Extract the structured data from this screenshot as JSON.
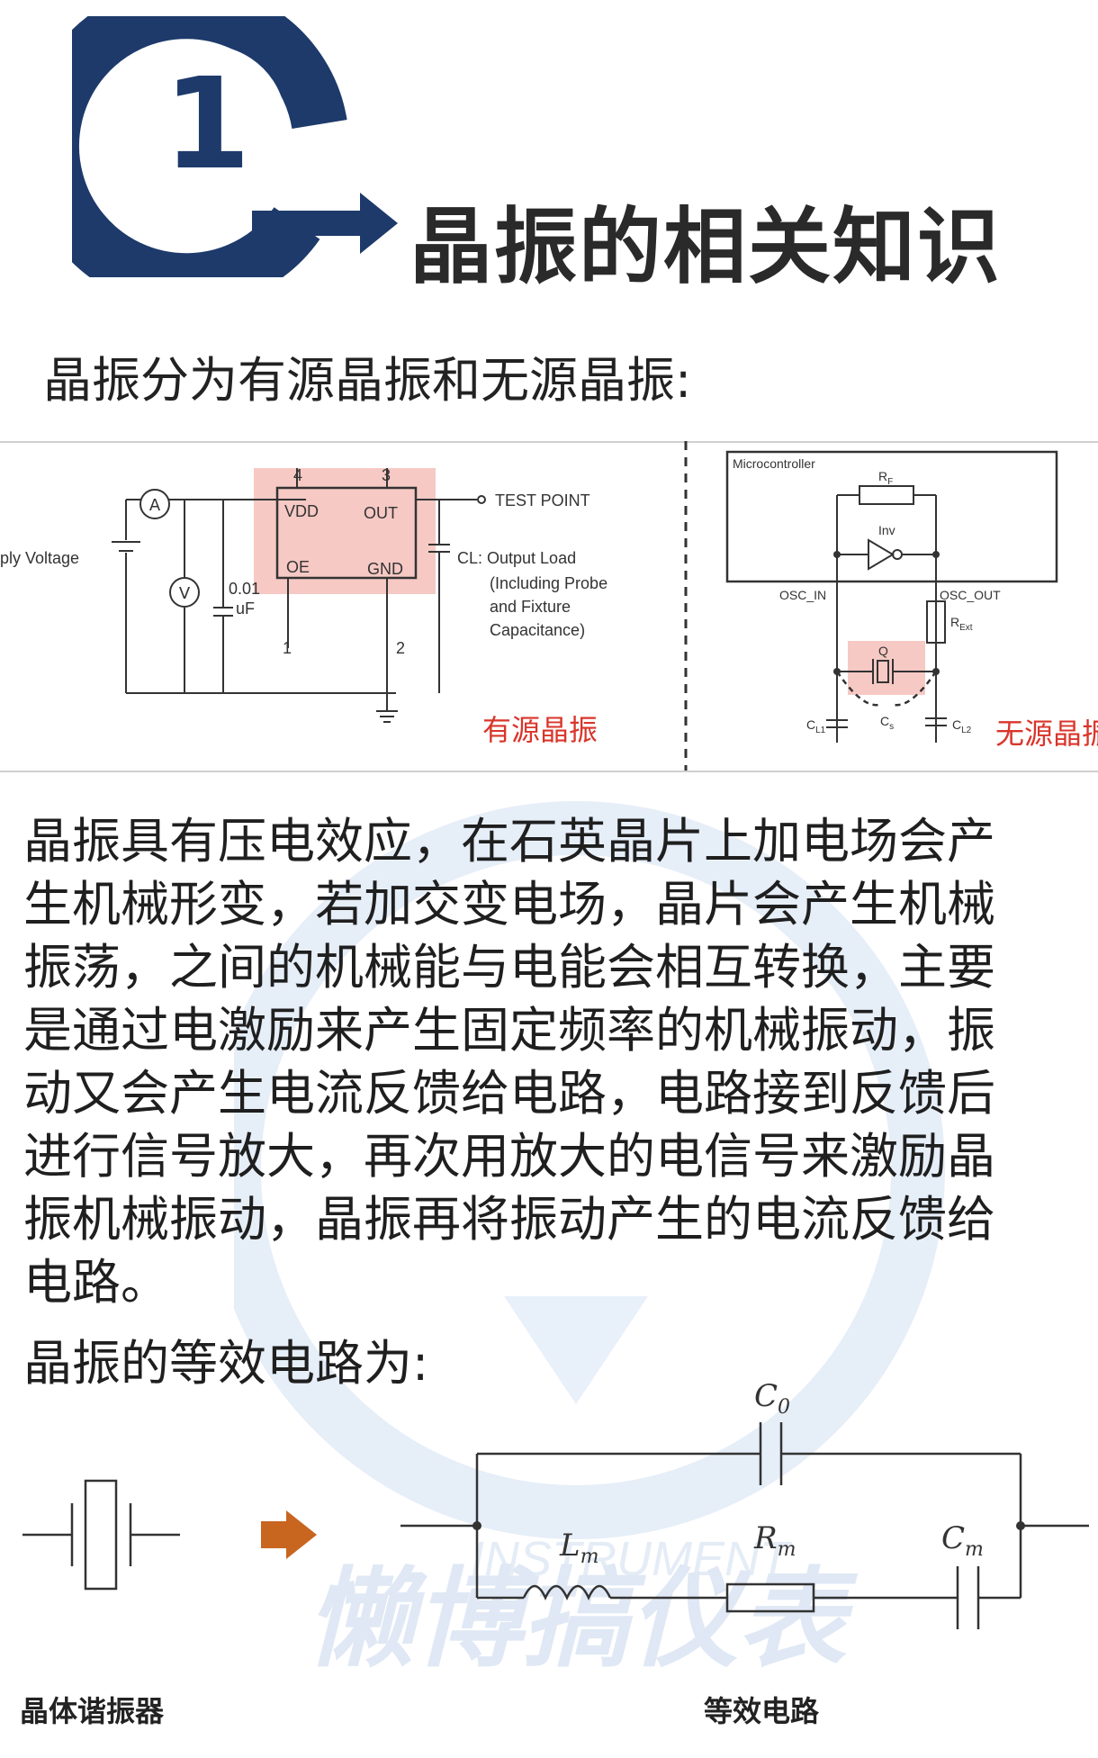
{
  "header": {
    "number": "1",
    "title": "晶振的相关知识"
  },
  "intro": "晶振分为有源晶振和无源晶振:",
  "active_circuit": {
    "supply_label": "ply Voltage",
    "ammeter": "A",
    "voltmeter": "V",
    "cap_value_1": "0.01",
    "cap_value_2": "uF",
    "pin_4": "4",
    "pin_3": "3",
    "pin_1": "1",
    "pin_2": "2",
    "vdd": "VDD",
    "out": "OUT",
    "oe": "OE",
    "gnd": "GND",
    "test_point": "TEST POINT",
    "load_line1": "CL: Output Load",
    "load_line2": "(Including Probe",
    "load_line3": "and Fixture",
    "load_line4": "Capacitance)",
    "caption": "有源晶振",
    "caption_color": "#d9352b"
  },
  "passive_circuit": {
    "microcontroller": "Microcontroller",
    "rf": "R",
    "rf_sub": "F",
    "inv": "Inv",
    "osc_in": "OSC_IN",
    "osc_out": "OSC_OUT",
    "rext": "R",
    "rext_sub": "Ext",
    "q": "Q",
    "cl1": "C",
    "cl1_sub": "L1",
    "cs": "C",
    "cs_sub": "s",
    "cl2": "C",
    "cl2_sub": "L2",
    "caption": "无源晶振",
    "caption_color": "#d9352b"
  },
  "body": [
    "晶振具有压电效应，在石英晶片上加电场会产",
    "生机械形变，若加交变电场，晶片会产生机械",
    "振荡，之间的机械能与电能会相互转换，主要",
    "是通过电激励来产生固定频率的机械振动，振",
    "动又会产生电流反馈给电路，电路接到反馈后",
    "进行信号放大，再次用放大的电信号来激励晶",
    "振机械振动，晶振再将振动产生的电流反馈给",
    "电路。"
  ],
  "equiv_title": "晶振的等效电路为:",
  "equivalent": {
    "c0": "C",
    "c0_sub": "0",
    "lm": "L",
    "lm_sub": "m",
    "rm": "R",
    "rm_sub": "m",
    "cm": "C",
    "cm_sub": "m",
    "crystal_label": "晶体谐振器",
    "circuit_label": "等效电路",
    "arrow_color": "#c8651f"
  },
  "watermark": {
    "brand": "INSTRUMENT",
    "cn": "懒博搞仪表"
  },
  "colors": {
    "logo_blue": "#1d3a6b",
    "highlight": "#f6c9c4"
  }
}
